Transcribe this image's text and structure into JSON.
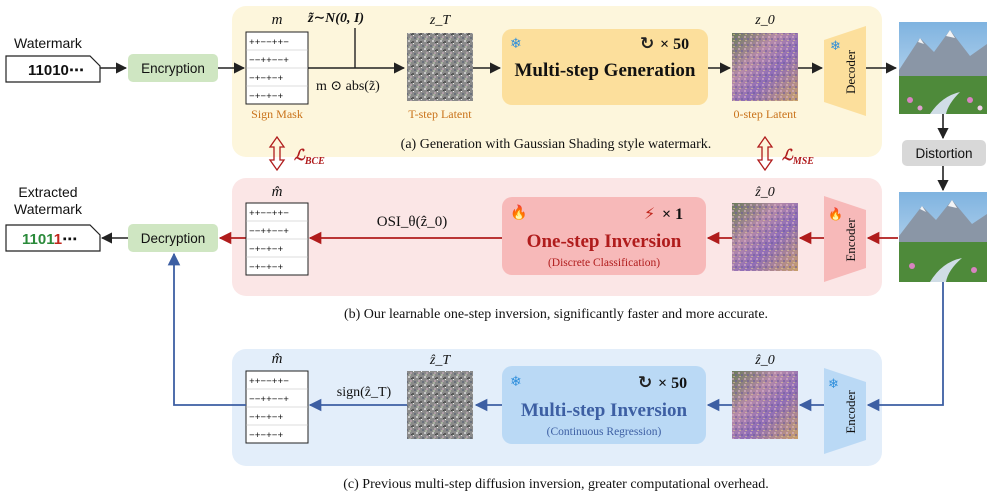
{
  "colors": {
    "panel_a": "#fdf6dc",
    "panel_b": "#fbe6e6",
    "panel_c": "#e3eefa",
    "green_box": "#cfe6c2",
    "gen_box": "#fcdf9c",
    "osi_box": "#f7b9b9",
    "msi_box": "#bad9f5",
    "red_arrow": "#b01c1c",
    "blue_arrow": "#3d5fa3",
    "orange_text": "#c9721a",
    "green_bits": "#2a8a3a",
    "red_bits": "#c0261c"
  },
  "icons": [
    "snowflake-icon",
    "loop-icon",
    "flame-icon",
    "lightning-icon"
  ],
  "input": {
    "watermark_label": "Watermark",
    "watermark_bits": "11010⋯"
  },
  "output": {
    "extracted_label_1": "Extracted",
    "extracted_label_2": "Watermark",
    "bits_correct": "1101",
    "bits_wrong": "1",
    "bits_tail": "⋯"
  },
  "panel_a": {
    "encryption": "Encryption",
    "m_label": "m",
    "sign_mask": "Sign Mask",
    "noise_formula": "z̃∼N(0, I)",
    "op_formula": "m ⊙ abs(z̃)",
    "zT_label": "z_T",
    "t_step": "T-step Latent",
    "gen_title": "Multi-step Generation",
    "gen_count": "× 50",
    "z0_label": "z_0",
    "zero_step": "0-step Latent",
    "decoder": "Decoder",
    "caption": "(a) Generation with Gaussian Shading style watermark."
  },
  "losses": {
    "bce": "ℒ",
    "bce_sub": "BCE",
    "mse": "ℒ",
    "mse_sub": "MSE"
  },
  "distortion": "Distortion",
  "panel_b": {
    "decryption": "Decryption",
    "m_hat": "m̂",
    "osi_formula": "OSI_θ(ẑ_0)",
    "osi_title": "One-step Inversion",
    "osi_sub": "(Discrete Classification)",
    "osi_count": "× 1",
    "z0_hat": "ẑ_0",
    "encoder": "Encoder",
    "caption": "(b) Our learnable one-step inversion, significantly faster and more accurate."
  },
  "panel_c": {
    "m_hat": "m̂",
    "sign_formula": "sign(ẑ_T)",
    "zT_hat": "ẑ_T",
    "msi_title": "Multi-step Inversion",
    "msi_sub": "(Continuous Regression)",
    "msi_count": "× 50",
    "z0_hat": "ẑ_0",
    "encoder": "Encoder",
    "caption": "(c) Previous multi-step diffusion inversion, greater computational overhead."
  },
  "mask_rows": [
    "++−−++−",
    "−−++−−+",
    "−+−+−+",
    "−+−+−+"
  ]
}
